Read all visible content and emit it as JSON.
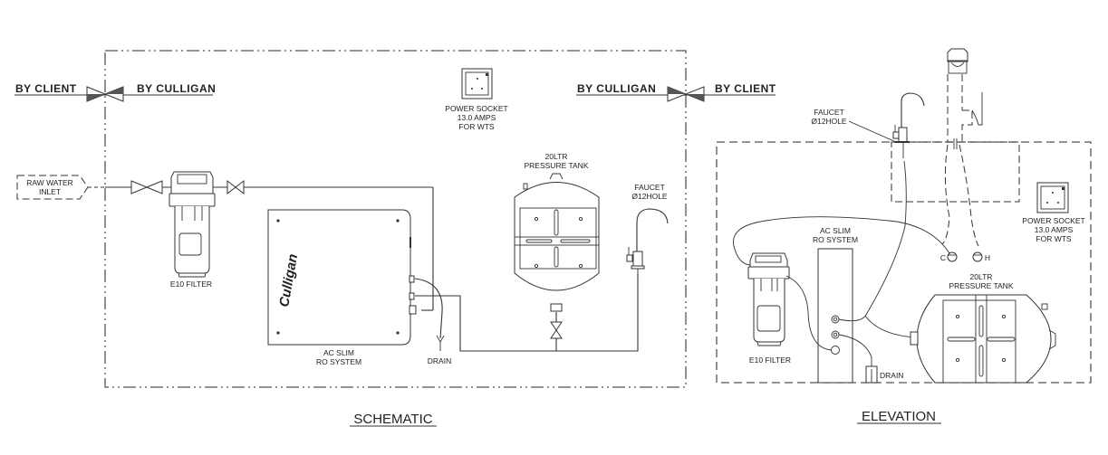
{
  "schematic": {
    "title": "SCHEMATIC",
    "boundary_left": {
      "client": "BY  CLIENT",
      "culligan": "BY  CULLIGAN"
    },
    "boundary_right": {
      "culligan": "BY  CULLIGAN",
      "client": "BY  CLIENT"
    },
    "inlet": {
      "line1": "RAW WATER",
      "line2": "INLET"
    },
    "filter": {
      "label": "E10 FILTER"
    },
    "ro_system": {
      "line1": "AC SLIM",
      "line2": "RO SYSTEM",
      "brand": "Culligan"
    },
    "drain": {
      "label": "DRAIN"
    },
    "tank": {
      "line1": "20LTR",
      "line2": "PRESSURE TANK"
    },
    "faucet": {
      "line1": "FAUCET",
      "line2": "Ø12HOLE"
    },
    "socket": {
      "line1": "POWER SOCKET",
      "line2": "13.0 AMPS",
      "line3": "FOR WTS"
    }
  },
  "elevation": {
    "title": "ELEVATION",
    "faucet": {
      "line1": "FAUCET",
      "line2": "Ø12HOLE"
    },
    "socket": {
      "line1": "POWER SOCKET",
      "line2": "13.0 AMPS",
      "line3": "FOR WTS"
    },
    "ro_system": {
      "line1": "AC SLIM",
      "line2": "RO SYSTEM"
    },
    "valve_cold": "C",
    "valve_hot": "H",
    "tank": {
      "line1": "20LTR",
      "line2": "PRESSURE TANK"
    },
    "filter": {
      "label": "E10 FILTER"
    },
    "drain": {
      "label": "DRAIN"
    }
  }
}
